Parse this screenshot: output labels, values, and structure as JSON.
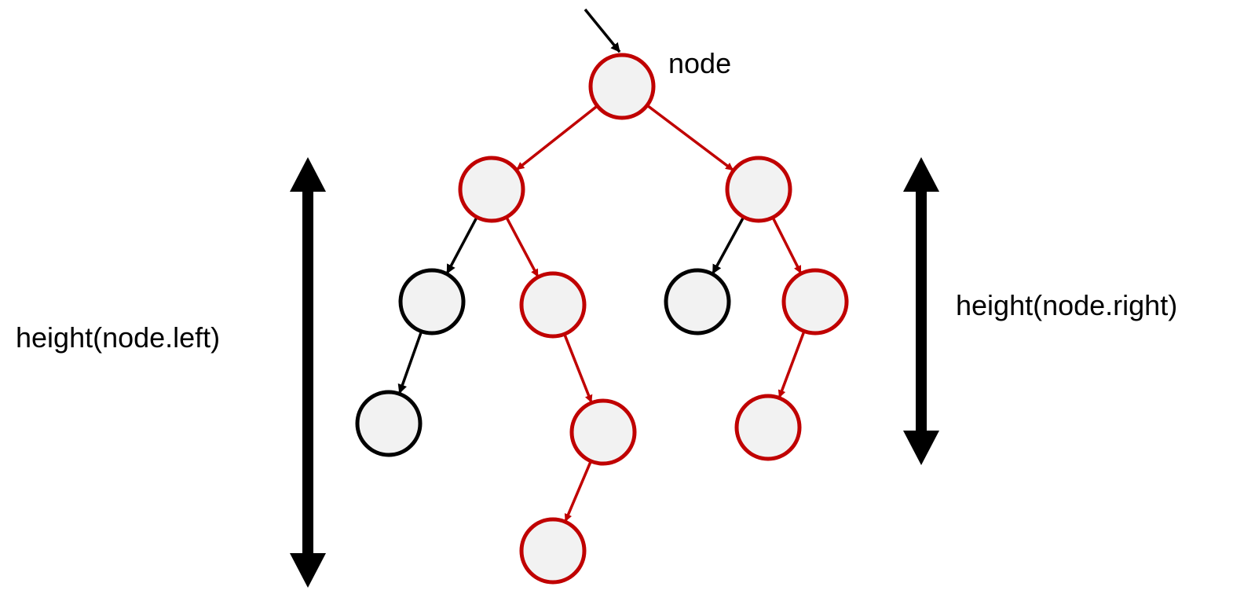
{
  "labels": {
    "root": "node",
    "left_height": "height(node.left)",
    "right_height": "height(node.right)"
  },
  "colors": {
    "highlight": "#c00000",
    "normal": "#000000",
    "node_fill": "#f2f2f2"
  },
  "tree": {
    "nodes": [
      {
        "id": "root",
        "highlighted": true
      },
      {
        "id": "l",
        "highlighted": true
      },
      {
        "id": "r",
        "highlighted": true
      },
      {
        "id": "ll",
        "highlighted": false
      },
      {
        "id": "lr",
        "highlighted": true
      },
      {
        "id": "rl",
        "highlighted": false
      },
      {
        "id": "rr",
        "highlighted": true
      },
      {
        "id": "lll",
        "highlighted": false
      },
      {
        "id": "lrr",
        "highlighted": true
      },
      {
        "id": "rrl",
        "highlighted": true
      },
      {
        "id": "lrrl",
        "highlighted": true
      }
    ],
    "edges": [
      {
        "from": "root",
        "to": "l",
        "highlighted": true
      },
      {
        "from": "root",
        "to": "r",
        "highlighted": true
      },
      {
        "from": "l",
        "to": "ll",
        "highlighted": false
      },
      {
        "from": "l",
        "to": "lr",
        "highlighted": true
      },
      {
        "from": "r",
        "to": "rl",
        "highlighted": false
      },
      {
        "from": "r",
        "to": "rr",
        "highlighted": true
      },
      {
        "from": "ll",
        "to": "lll",
        "highlighted": false
      },
      {
        "from": "lr",
        "to": "lrr",
        "highlighted": true
      },
      {
        "from": "rr",
        "to": "rrl",
        "highlighted": true
      },
      {
        "from": "lrr",
        "to": "lrrl",
        "highlighted": true
      }
    ]
  }
}
